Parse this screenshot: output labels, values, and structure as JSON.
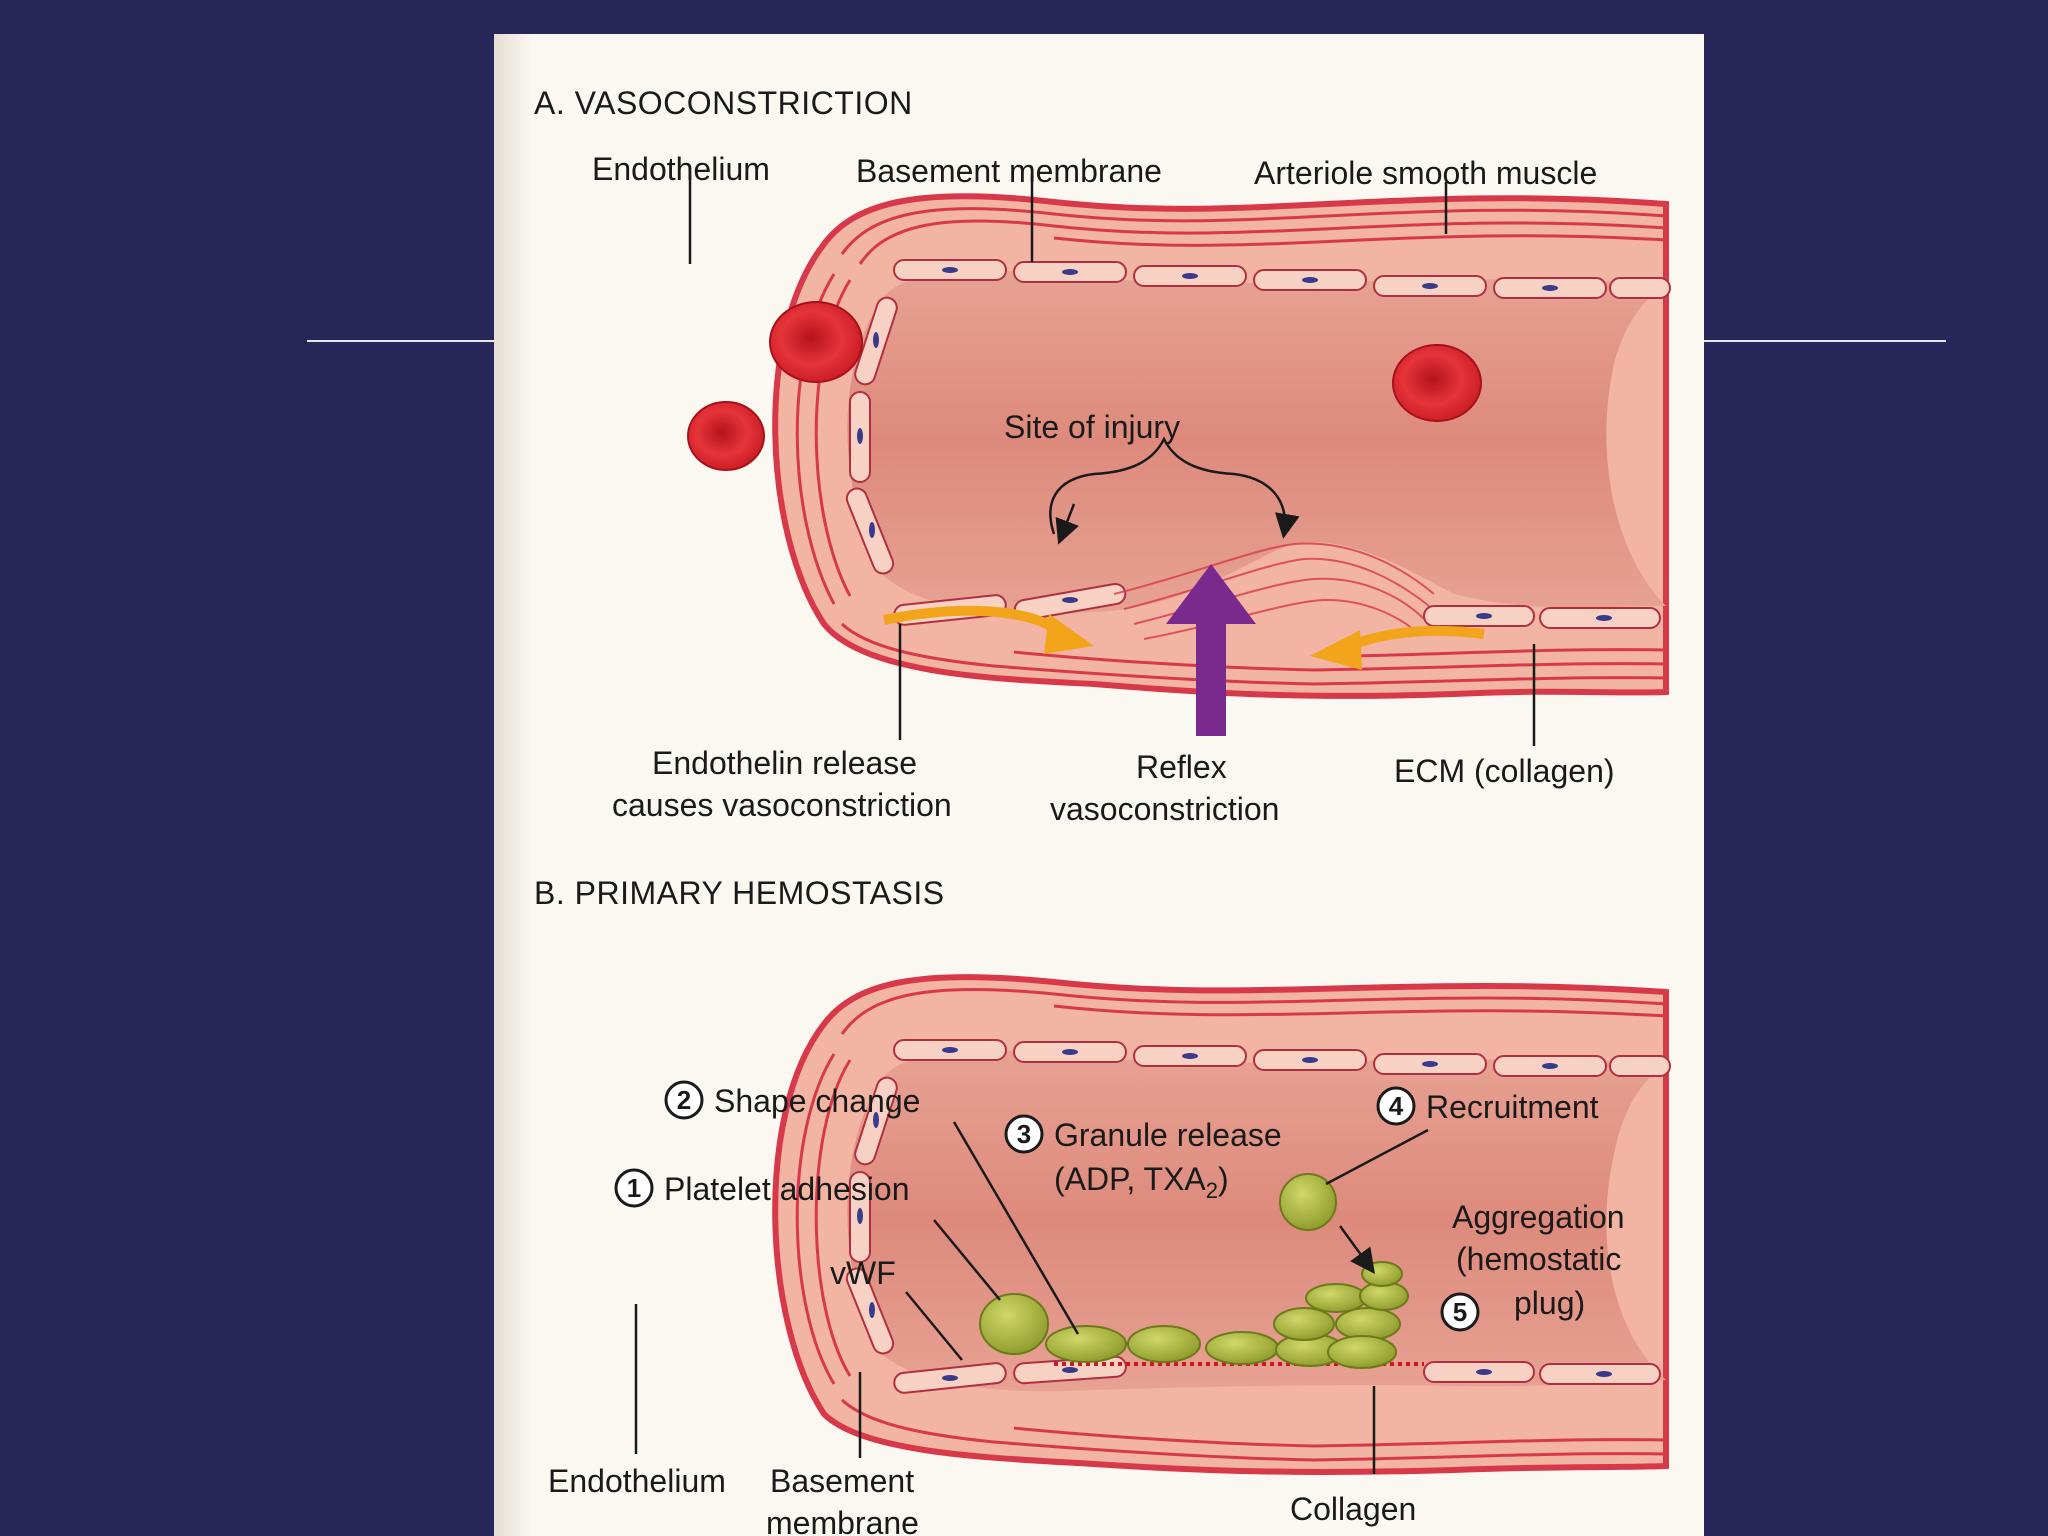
{
  "panel_a": {
    "heading": "A. VASOCONSTRICTION",
    "labels": {
      "endothelium": "Endothelium",
      "basement_membrane": "Basement membrane",
      "arteriole_smooth_muscle": "Arteriole smooth muscle",
      "site_of_injury": "Site of injury",
      "endothelin_line1": "Endothelin release",
      "endothelin_line2": "causes vasoconstriction",
      "reflex_line1": "Reflex",
      "reflex_line2": "vasoconstriction",
      "ecm": "ECM (collagen)"
    }
  },
  "panel_b": {
    "heading": "B. PRIMARY HEMOSTASIS",
    "steps": {
      "s1_num": "1",
      "s1_label": "Platelet adhesion",
      "s2_num": "2",
      "s2_label": "Shape change",
      "s3_num": "3",
      "s3_label_line1": "Granule release",
      "s3_label_line2": "(ADP, TXA",
      "s3_sub": "2",
      "s3_close": ")",
      "s4_num": "4",
      "s4_label": "Recruitment",
      "s5_num": "5",
      "s5_line1": "Aggregation",
      "s5_line2": "(hemostatic",
      "s5_line3": "plug)"
    },
    "labels": {
      "vwf": "vWF",
      "endothelium": "Endothelium",
      "basement_line1": "Basement",
      "basement_line2": "membrane",
      "collagen": "Collagen"
    }
  },
  "colors": {
    "background": "#262659",
    "panel": "#fbf8f2",
    "vessel_wall": "#d8394a",
    "lumen": "#e59a8a",
    "rbc": "#d8232a",
    "platelet": "#a6b43a",
    "nucleus": "#3a3a8c",
    "arrow_orange": "#f2a41a",
    "arrow_purple": "#7a2a8c"
  }
}
